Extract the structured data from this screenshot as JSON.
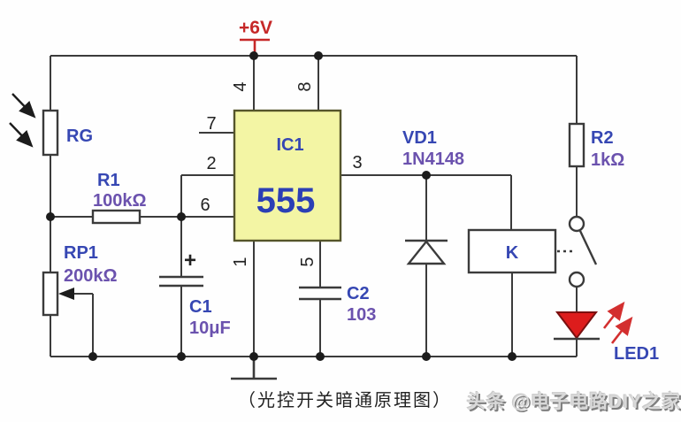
{
  "figure": {
    "caption": "（光控开关暗通原理图）",
    "watermark": "头条 @电子电路DIY之家"
  },
  "power": {
    "label": "+6V"
  },
  "ic": {
    "ref": "IC1",
    "part": "555",
    "pins": {
      "p1": "1",
      "p2": "2",
      "p3": "3",
      "p4": "4",
      "p5": "5",
      "p6": "6",
      "p7": "7",
      "p8": "8"
    }
  },
  "components": {
    "rg": {
      "ref": "RG"
    },
    "r1": {
      "ref": "R1",
      "value": "100kΩ"
    },
    "rp1": {
      "ref": "RP1",
      "value": "200kΩ"
    },
    "c1": {
      "ref": "C1",
      "value": "10μF",
      "polarity": "+"
    },
    "c2": {
      "ref": "C2",
      "value": "103"
    },
    "vd1": {
      "ref": "VD1",
      "value": "1N4148"
    },
    "relay": {
      "ref": "K"
    },
    "r2": {
      "ref": "R2",
      "value": "1kΩ"
    },
    "led1": {
      "ref": "LED1"
    }
  },
  "colors": {
    "ref_label": "#3647b3",
    "value_label": "#6b52ae",
    "power_label": "#c62828",
    "wire": "#3b3b3b",
    "ic_fill": "#f3f5a4",
    "led_fill": "#dd1c1c"
  }
}
